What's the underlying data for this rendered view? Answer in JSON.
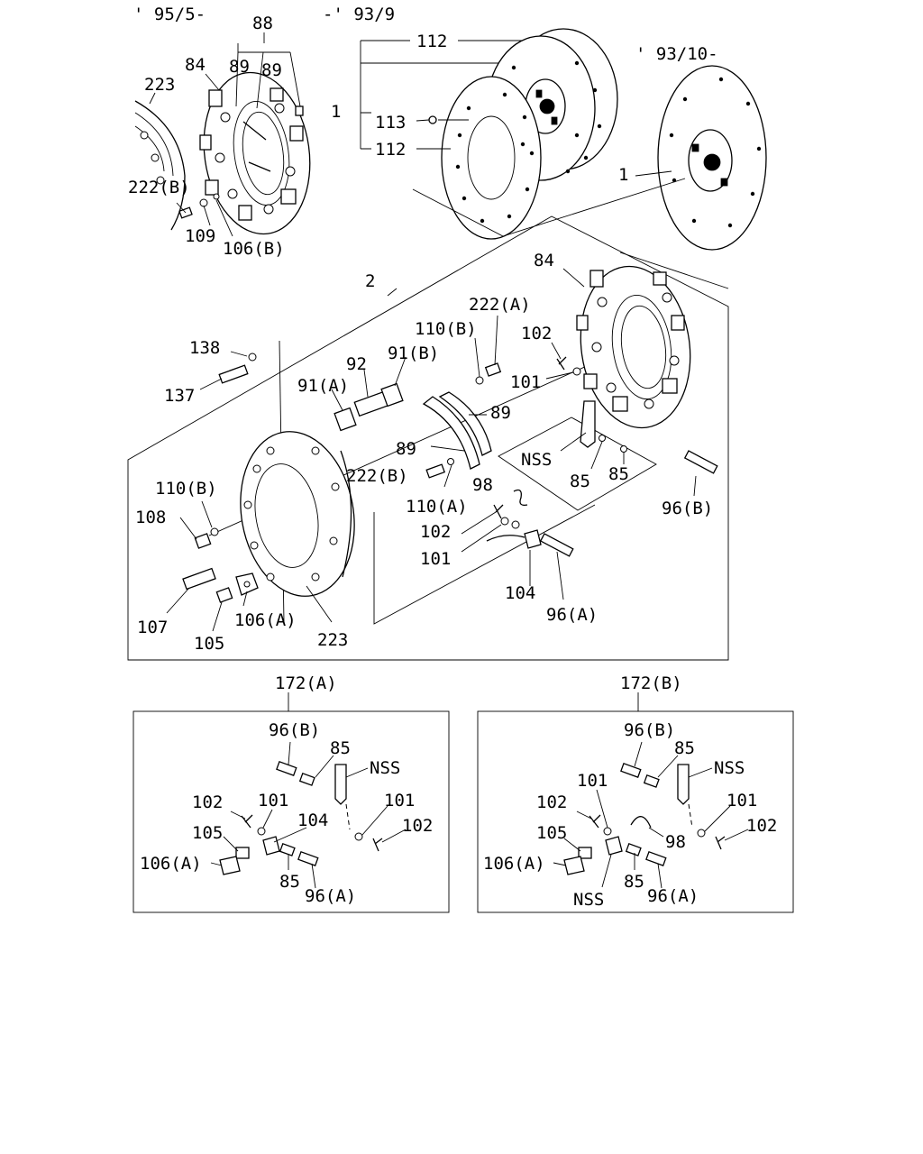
{
  "variants": {
    "v1": "' 95/5-",
    "v2": "-' 93/9",
    "v3": "' 93/10-"
  },
  "callouts": {
    "c88": "88",
    "c112a": "112",
    "c112b": "112",
    "c113": "113",
    "c1a": "1",
    "c1b": "1",
    "c84a": "84",
    "c89a": "89",
    "c89b": "89",
    "c223a": "223",
    "c222B_a": "222(B)",
    "c109": "109",
    "c106B": "106(B)",
    "c2": "2",
    "c84b": "84",
    "c222A": "222(A)",
    "c110B_a": "110(B)",
    "c102a": "102",
    "c101a": "101",
    "c138": "138",
    "c92": "92",
    "c91B": "91(B)",
    "c137": "137",
    "c91A": "91(A)",
    "c89c": "89",
    "c89d": "89",
    "cNSSa": "NSS",
    "c85a": "85",
    "c85b": "85",
    "c110B_b": "110(B)",
    "c222B_b": "222(B)",
    "c98a": "98",
    "c108": "108",
    "c110A": "110(A)",
    "c96Ba": "96(B)",
    "c102b": "102",
    "c101b": "101",
    "c104a": "104",
    "c96Aa": "96(A)",
    "c107": "107",
    "c105a": "105",
    "c106Aa": "106(A)",
    "c223b": "223"
  },
  "kitA": {
    "title": "172(A)",
    "c96B": "96(B)",
    "c85a": "85",
    "cNSS": "NSS",
    "c102a": "102",
    "c101a": "101",
    "c101b": "101",
    "c104": "104",
    "c102b": "102",
    "c105": "105",
    "c106A": "106(A)",
    "c85b": "85",
    "c96A": "96(A)"
  },
  "kitB": {
    "title": "172(B)",
    "c96B": "96(B)",
    "c85a": "85",
    "c101a": "101",
    "cNSSa": "NSS",
    "c102a": "102",
    "c101b": "101",
    "c105": "105",
    "c102b": "102",
    "c98": "98",
    "c106A": "106(A)",
    "c85b": "85",
    "c96A": "96(A)",
    "cNSSb": "NSS"
  }
}
